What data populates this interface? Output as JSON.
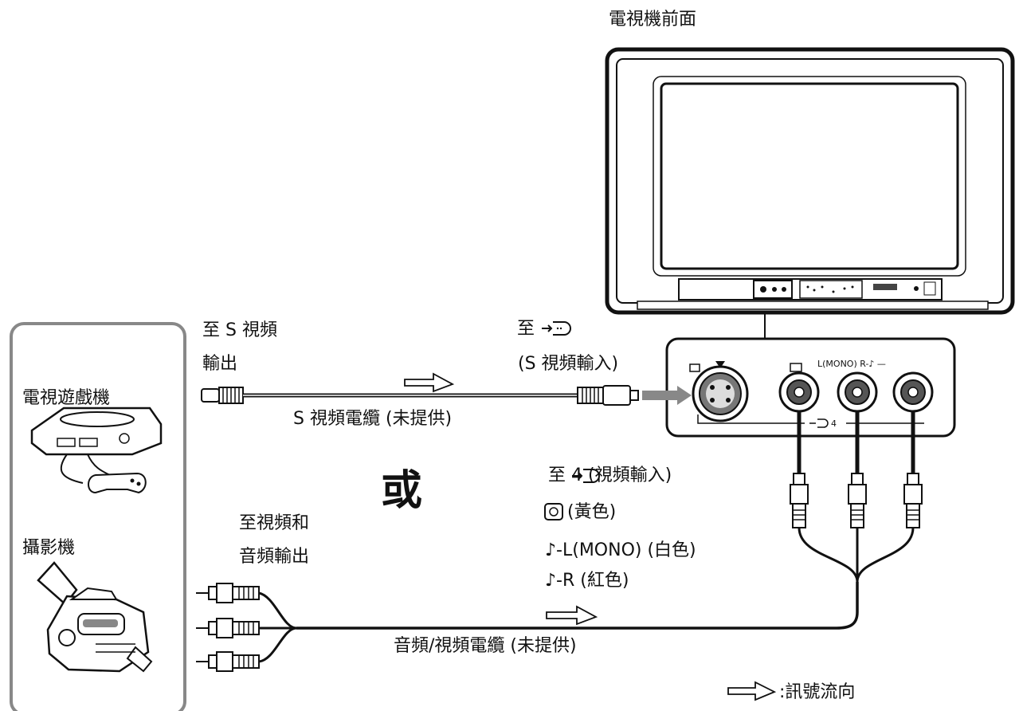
{
  "tv": {
    "title": "電視機前面",
    "panel_labels": {
      "lmono": "L(MONO) R-♪ —",
      "input4": "4"
    }
  },
  "devices": {
    "game_console": "電視遊戲機",
    "camcorder": "攝影機"
  },
  "s_video": {
    "source_line1": "至 S 視頻",
    "source_line2": "輸出",
    "target_line1": "至",
    "target_line2": "(S 視頻輸入)",
    "cable": "S 視頻電纜 (未提供)"
  },
  "or_label": "或",
  "av": {
    "source_line1": "至視頻和",
    "source_line2": "音頻輸出",
    "target": "至 4 (視頻輸入)",
    "video": "(黃色)",
    "audio_l": "♪-L(MONO) (白色)",
    "audio_r": "♪-R (紅色)",
    "cable": "音頻/視頻電纜 (未提供)"
  },
  "legend": {
    "label": ":訊號流向"
  }
}
